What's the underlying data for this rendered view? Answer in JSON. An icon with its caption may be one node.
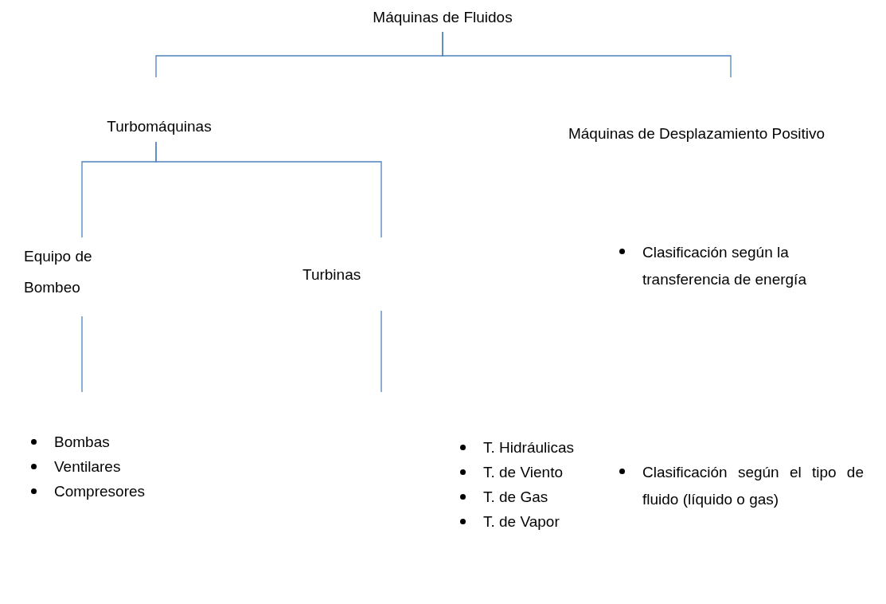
{
  "diagram": {
    "nodes": [
      {
        "text": [
          "Máquinas de Fluidos"
        ]
      },
      {
        "text": [
          "Turbomáquinas"
        ]
      },
      {
        "text": [
          "Máquinas de Desplazamiento Positivo"
        ]
      },
      {
        "text": [
          "Equipo de Bombeo"
        ]
      },
      {
        "text": [
          "Turbinas"
        ]
      },
      {
        "text": [
          "Bombas",
          "Ventilares",
          "Compresores"
        ]
      },
      {
        "text": [
          "T. Hidráulicas",
          "T. de Viento",
          "T. de Gas",
          "T. de Vapor"
        ]
      }
    ],
    "edges": [
      {
        "from": 0,
        "to": 1,
        "arrow": "none"
      },
      {
        "from": 0,
        "to": 2,
        "arrow": "none"
      },
      {
        "from": 1,
        "to": 3,
        "arrow": "none"
      },
      {
        "from": 1,
        "to": 4,
        "arrow": "none"
      },
      {
        "from": 3,
        "to": 5,
        "arrow": "none"
      },
      {
        "from": 4,
        "to": 6,
        "arrow": "none"
      }
    ],
    "labels": [
      "Clasificación según la transferencia de energía",
      "Clasificación según el tipo de fluido (líquido o gas)"
    ]
  }
}
